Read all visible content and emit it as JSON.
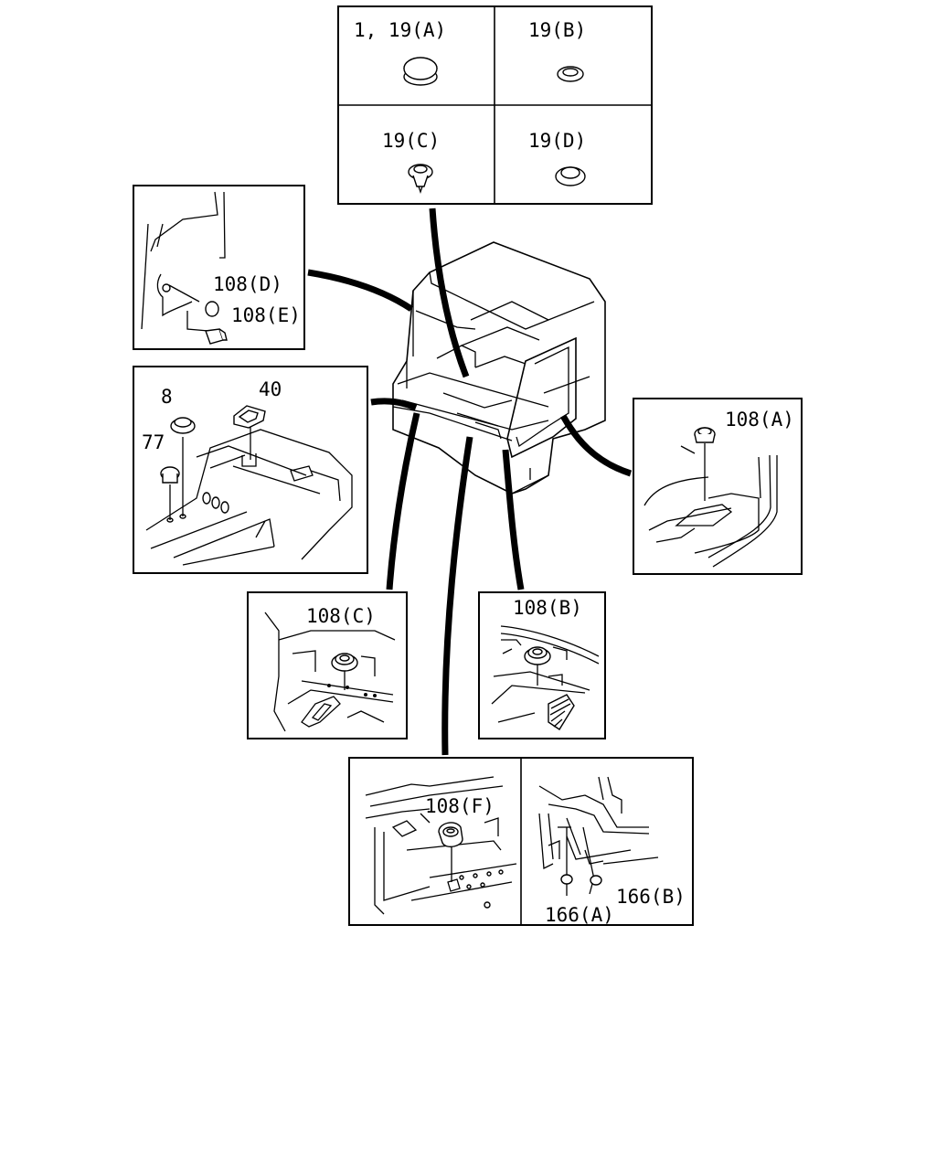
{
  "colors": {
    "ink": "#000000",
    "paper": "#ffffff"
  },
  "callouts": {
    "p1_19a": "1, 19(A)",
    "p19b": "19(B)",
    "p19c": "19(C)",
    "p19d": "19(D)",
    "p108d": "108(D)",
    "p108e": "108(E)",
    "p8": "8",
    "p40": "40",
    "p77": "77",
    "p108a": "108(A)",
    "p108c": "108(C)",
    "p108b": "108(B)",
    "p108f": "108(F)",
    "p166a": "166(A)",
    "p166b": "166(B)"
  }
}
